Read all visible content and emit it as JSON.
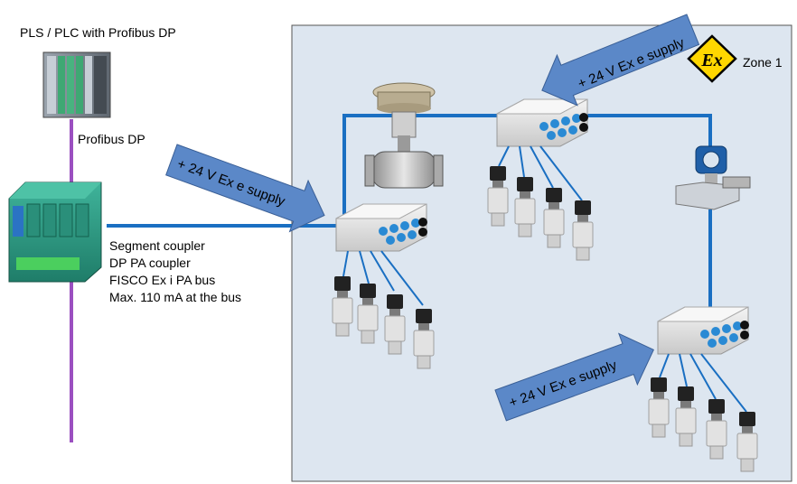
{
  "plc": {
    "title": "PLS / PLC with Profibus DP",
    "bus_label": "Profibus DP"
  },
  "coupler": {
    "lines": [
      "Segment coupler",
      "DP PA coupler",
      "FISCO Ex i PA bus",
      "Max. 110 mA at the bus"
    ]
  },
  "zone": {
    "symbol": "Ex",
    "label": "Zone 1"
  },
  "supply_arrows": [
    {
      "text": "+ 24 V Ex e  supply"
    },
    {
      "text": "+ 24 V Ex e supply"
    },
    {
      "text": "+ 24 V Ex e supply"
    }
  ],
  "colors": {
    "zone_fill": "#dde6f0",
    "bus_blue": "#1a6fc2",
    "profibus_purple": "#9b4fc0",
    "arrow_fill": "#5b88c8",
    "ex_yellow": "#ffd700"
  }
}
